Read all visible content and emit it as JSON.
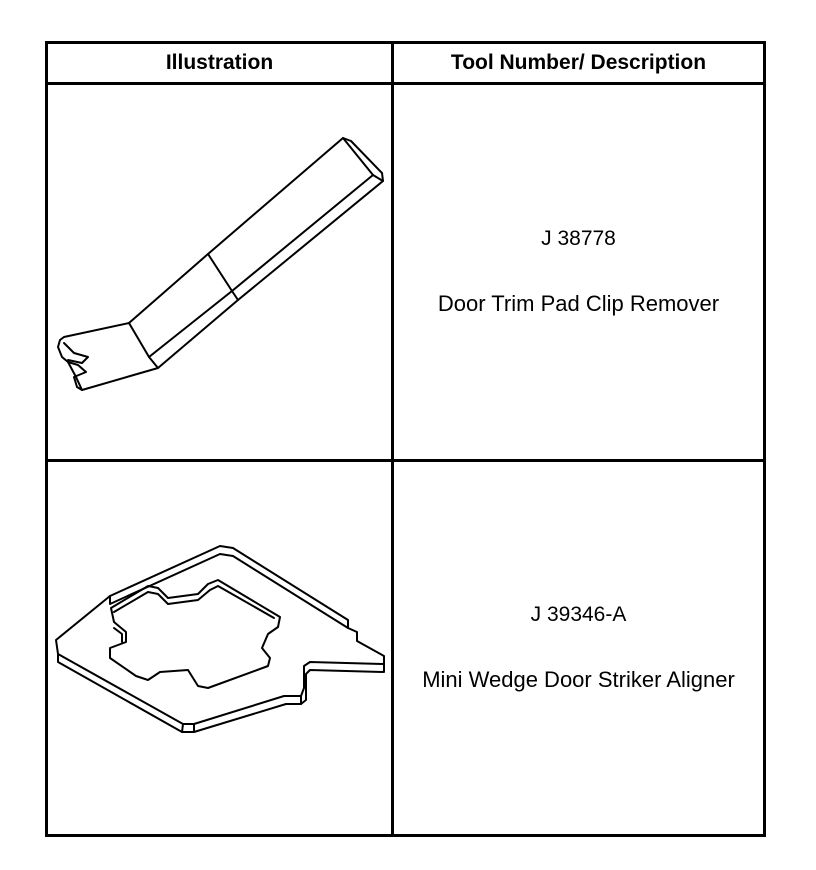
{
  "table": {
    "headers": {
      "illustration": "Illustration",
      "tool": "Tool Number/ Description"
    },
    "rows": [
      {
        "tool_number": "J 38778",
        "description": "Door Trim Pad Clip Remover",
        "illustration_icon": "door-trim-pad-clip-remover-drawing"
      },
      {
        "tool_number": "J 39346-A",
        "description": "Mini Wedge Door Striker Aligner",
        "illustration_icon": "mini-wedge-door-striker-aligner-drawing"
      }
    ]
  },
  "colors": {
    "line": "#000000",
    "background": "#ffffff"
  }
}
